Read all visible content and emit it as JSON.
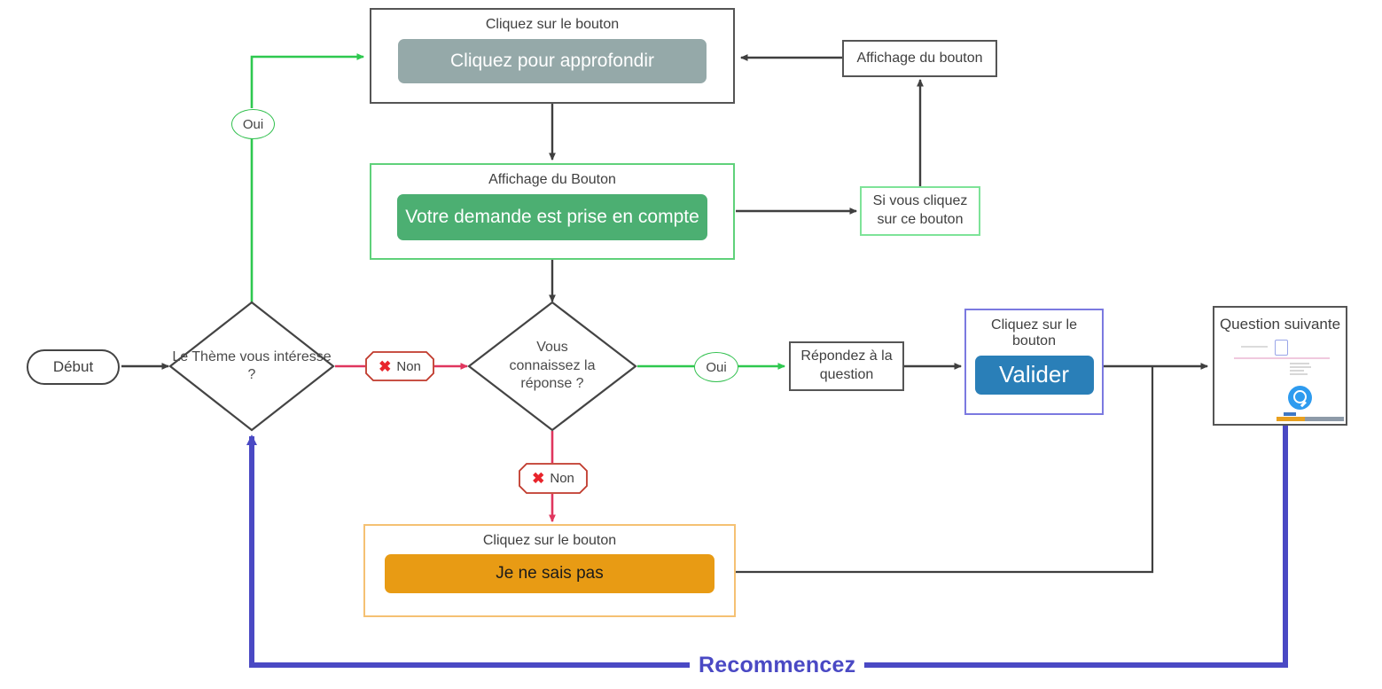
{
  "diagram": {
    "title_label": "Recommencez",
    "colors": {
      "green_button": "#4caf72",
      "green_edge": "#2ec84f",
      "grey_button": "#95a9a9",
      "blue_button": "#2a7fb8",
      "orange_button": "#e89b14",
      "orange_frame": "#f5c173",
      "blue_frame": "#7b79e0",
      "red_edge": "#e0365e",
      "restart_blue": "#4a49c4",
      "node_border": "#555555"
    },
    "nodes": {
      "start": {
        "label": "Début"
      },
      "approfondir_card": {
        "caption": "Cliquez sur le bouton",
        "button_label": "Cliquez pour approfondir"
      },
      "affichage_bouton_small": {
        "label": "Affichage du bouton"
      },
      "affichage_card": {
        "caption": "Affichage du Bouton",
        "button_label": "Votre demande est prise en compte"
      },
      "si_vous_cliquez": {
        "label": "Si vous cliquez sur ce bouton"
      },
      "decision_theme": {
        "label": "Le Thème vous intéresse ?"
      },
      "decision_reponse": {
        "label": "Vous connaissez la réponse ?"
      },
      "repondez": {
        "label": "Répondez à la question"
      },
      "valider_card": {
        "caption": "Cliquez sur le bouton",
        "button_label": "Valider"
      },
      "question_suivante": {
        "label": "Question suivante"
      },
      "je_ne_sais_pas_card": {
        "caption": "Cliquez sur le bouton",
        "button_label": "Je ne sais pas"
      }
    },
    "edge_labels": {
      "yes_theme": "Oui",
      "no_theme": "Non",
      "yes_reponse": "Oui",
      "no_reponse": "Non",
      "x_glyph": "✖"
    }
  }
}
